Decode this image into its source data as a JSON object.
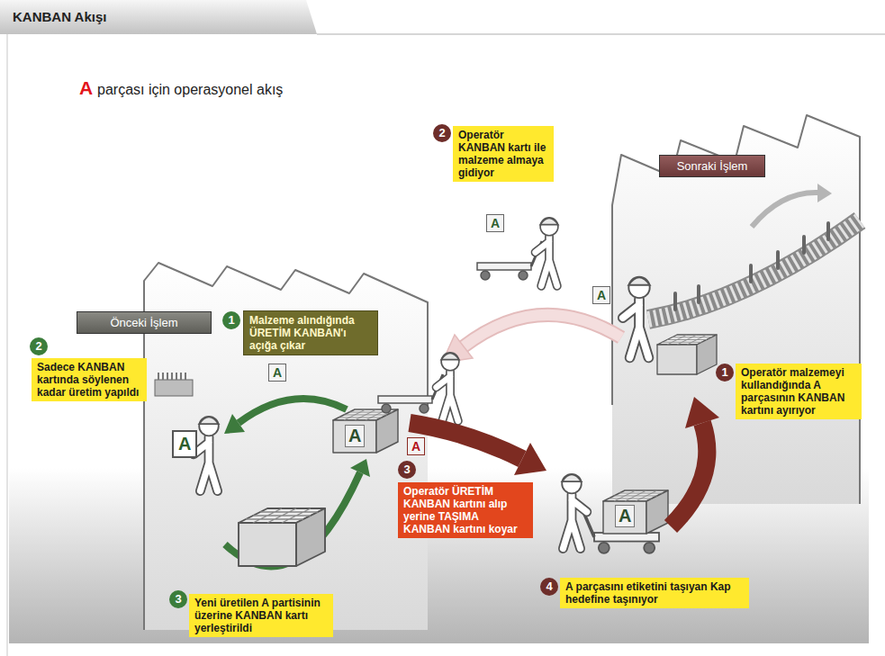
{
  "diagram": {
    "title": "KANBAN Akışı",
    "nodes": [
      {
        "text": [
          "Önceki İşlem"
        ]
      },
      {
        "text": [
          "1",
          "Malzeme alındığında ÜRETİM KANBAN'ı açığa çıkar"
        ]
      },
      {
        "text": [
          "2",
          "Sadece KANBAN kartında söylenen kadar üretim yapıldı"
        ]
      },
      {
        "text": [
          "3",
          "Yeni üretilen A partisinin üzerine KANBAN kartı yerleştirildi"
        ]
      },
      {
        "text": [
          "2",
          "Operatör KANBAN kartı ile malzeme almaya gidiyor"
        ]
      },
      {
        "text": [
          "Sonraki İşlem"
        ]
      },
      {
        "text": [
          "1",
          "Operatör malzemeyi kullandığında A parçasının KANBAN kartını ayırıyor"
        ]
      },
      {
        "text": [
          "3",
          "Operatör ÜRETİM KANBAN kartını alıp yerine TAŞIMA KANBAN kartını koyar"
        ]
      },
      {
        "text": [
          "4",
          "A parçasını etiketini taşıyan Kap hedefine taşınıyor"
        ]
      }
    ],
    "labels": [
      "A",
      "parçası için operasyonel akış",
      "A",
      "A",
      "A",
      "A",
      "A",
      "A",
      "A"
    ]
  }
}
